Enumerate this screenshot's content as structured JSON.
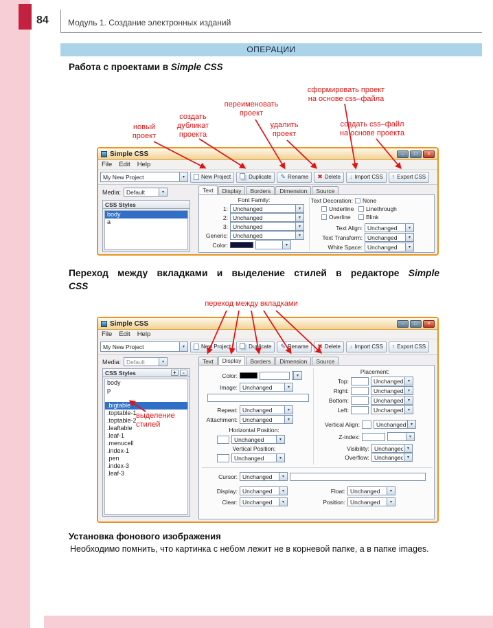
{
  "colors": {
    "sidebar_pink": "#f7cdd6",
    "accent_red": "#c22240",
    "banner_blue": "#abd4e9",
    "callout_red": "#e01212",
    "window_border_orange": "#e8941f",
    "selection_blue": "#2f6fc8"
  },
  "icons": {
    "minimize": "–",
    "maximize": "□",
    "close": "×",
    "dropdown": "▾",
    "rename": "✎",
    "delete": "✖",
    "import": "↓",
    "export": "↑",
    "add": "+",
    "remove": "-"
  },
  "page": {
    "number": "84",
    "header": "Модуль 1. Создание электронных изданий",
    "banner": "ОПЕРАЦИИ",
    "h1_text": "Работа с проектами в ",
    "h1_em": "Simple CSS",
    "h2_text": "Переход между вкладками и выделение стилей в редакторе ",
    "h2_em1": "Simple",
    "h2_em2": "CSS",
    "h3": "Установка фонового изображения",
    "paragraph": "Необходимо помнить, что картинка с небом лежит не в корневой папке, а в папке images."
  },
  "callouts": {
    "new_project": "новый\nпроект",
    "duplicate": "создать\nдубликат\nпроекта",
    "rename": "переименовать\nпроект",
    "delete": "удалить\nпроект",
    "import_css": "сформировать проект\nна основе css–файла",
    "export_css": "создать css–файл\nна основе проекта",
    "tabs_switch": "переход между вкладками",
    "styles_select": "выделение\nстилей"
  },
  "app": {
    "title": "Simple CSS",
    "menu": [
      "File",
      "Edit",
      "Help"
    ],
    "project": "My New Project",
    "buttons": [
      "New Project",
      "Duplicate",
      "Rename",
      "Delete",
      "Import CSS",
      "Export CSS"
    ],
    "media_label": "Media:",
    "media_value": "Default",
    "styles_title": "CSS Styles",
    "tabs": [
      "Text",
      "Display",
      "Borders",
      "Dimension",
      "Source"
    ],
    "unchanged": "Unchanged"
  },
  "shot1": {
    "styles": [
      "body",
      "a"
    ],
    "text_tab": {
      "font_family": "Font Family:",
      "row1": "1:",
      "row2": "2:",
      "row3": "3:",
      "generic": "Generic:",
      "color": "Color:",
      "decoration": "Text Decoration:",
      "none": "None",
      "underline": "Underline",
      "linethrough": "Linethrough",
      "overline": "Overline",
      "blink": "Blink",
      "align": "Text Align:",
      "transform": "Text Transform:",
      "white_space": "White Space:"
    }
  },
  "shot2": {
    "styles": [
      "body",
      "p",
      "",
      ".bigtable",
      ".toptable-1",
      ".toptable-2",
      ".leaftable",
      ".leaf-1",
      ".menucell",
      ".index-1",
      ".pen",
      ".index-3",
      ".leaf-3"
    ],
    "display_tab": {
      "color": "Color:",
      "image": "Image:",
      "repeat": "Repeat:",
      "attachment": "Attachment:",
      "hpos": "Horizontal Position:",
      "vpos": "Vertical Position:",
      "placement": "Placement:",
      "top": "Top:",
      "right": "Right:",
      "bottom": "Bottom:",
      "left": "Left:",
      "valign": "Vertical Align:",
      "zindex": "Z-index:",
      "visibility": "Visibility:",
      "overflow": "Overflow:",
      "cursor": "Cursor:",
      "display": "Display:",
      "float": "Float:",
      "clear": "Clear:",
      "position": "Position:"
    }
  }
}
